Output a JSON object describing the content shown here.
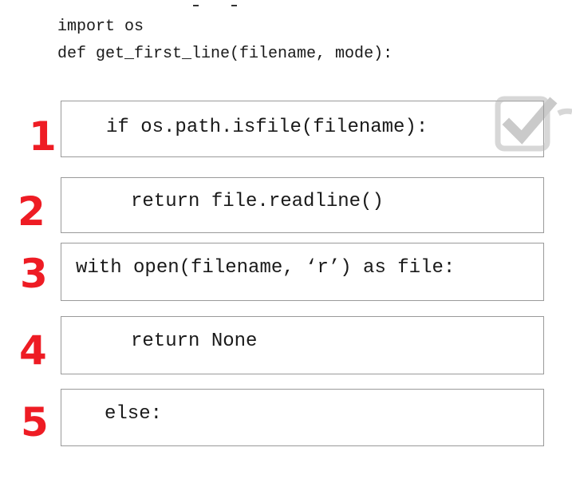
{
  "header": {
    "line1": "import os",
    "line2": "def get_first_line(filename, mode):"
  },
  "blocks": [
    {
      "number": "1",
      "code": "if os.path.isfile(filename):"
    },
    {
      "number": "2",
      "code": "return file.readline()"
    },
    {
      "number": "3",
      "code": "with open(filename, ‘r’) as file:"
    },
    {
      "number": "4",
      "code": "return None"
    },
    {
      "number": "5",
      "code": "else:"
    }
  ],
  "colors": {
    "number": "#ee1c24",
    "border": "#9a9a9a",
    "text": "#1a1a1a"
  },
  "icons": {
    "watermark": "checkmark-badge-icon"
  }
}
